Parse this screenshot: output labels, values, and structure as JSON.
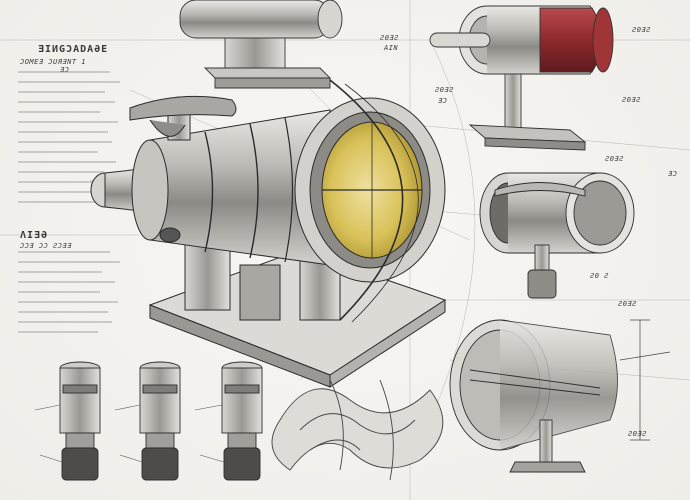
{
  "notes": {
    "block_title": "ƎΙИGƆΑDAƏE",
    "block_sub_1": "ƆOMEƎ ƆUЯƎNT 1",
    "block_sub_2": "ƎƆ",
    "top_1": "Ƨ0ƎƧ",
    "top_2": "ΑΙΝ",
    "right_a": "Ƨ0ƎƧ",
    "right_b": "Ƨ0ƎƧ",
    "right_c": "Ƨ0ƎƧ",
    "mid_1": "Ƨ0ƎƧ",
    "mid_2": "ƎƆ",
    "spec_title": "ΛIƎƏ",
    "spec_sub": "ƆƆƎ ƆƆ ƧƆƎƎ",
    "side_r": "ƎƆ",
    "lower_r": "Ƨ0 Ƨ",
    "label_1": "Ƨ0ƎƧ",
    "label_2": "Ƨ0ƎƧ"
  },
  "colors": {
    "ink": "#3a3a3a",
    "accent_red": "#8e2a2e",
    "accent_gold": "#d9c25a"
  }
}
